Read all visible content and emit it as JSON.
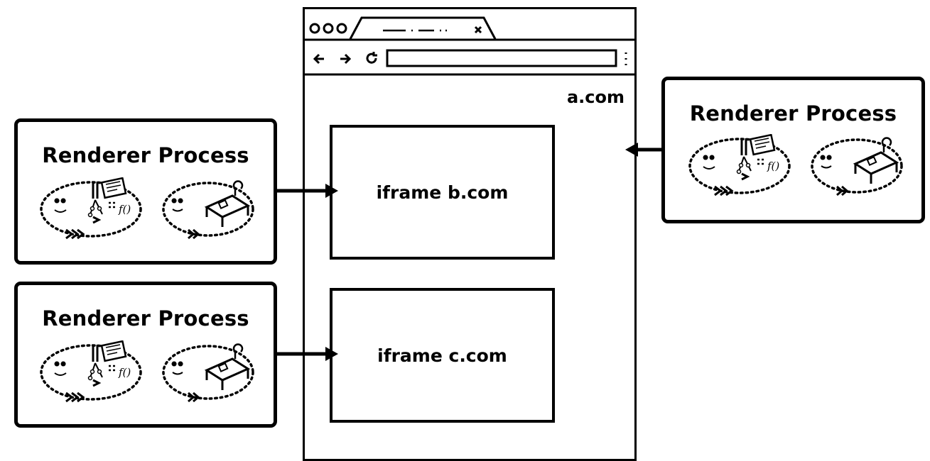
{
  "browser": {
    "site": "a.com",
    "iframes": [
      {
        "label": "iframe b.com"
      },
      {
        "label": "iframe c.com"
      }
    ],
    "icons": {
      "window_controls": "traffic-light-dots-icon",
      "tab_close": "close-icon",
      "back": "back-arrow-icon",
      "forward": "forward-arrow-icon",
      "reload": "reload-icon",
      "menu": "kebab-menu-icon"
    }
  },
  "processes": [
    {
      "title": "Renderer Process"
    },
    {
      "title": "Renderer Process"
    },
    {
      "title": "Renderer Process"
    }
  ],
  "process_icons": [
    "main-thread-icon",
    "worker-thread-icon"
  ],
  "colors": {
    "stroke": "#000000",
    "background": "#ffffff"
  }
}
